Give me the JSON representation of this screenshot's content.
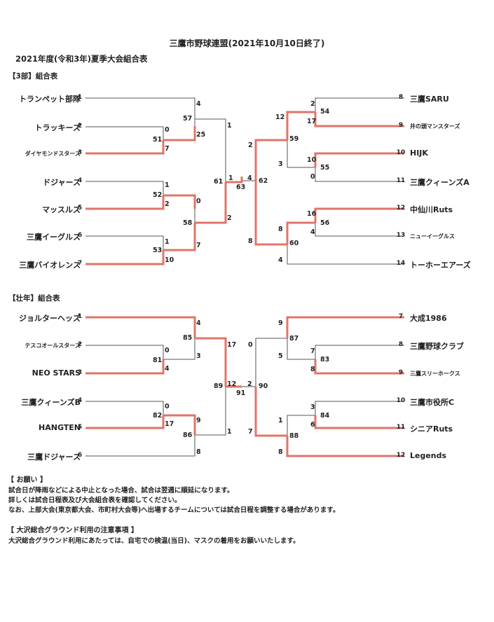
{
  "title": "三鷹市野球連盟(2021年10月10日終了)",
  "subtitle": "2021年度(令和3年)夏季大会組合表",
  "division3": {
    "heading": "【3部】組合表",
    "left_teams": [
      {
        "seed": "1",
        "name": "トランペット部隊"
      },
      {
        "seed": "2",
        "name": "トラッキーズ"
      },
      {
        "seed": "3",
        "name": "ダイヤモンドスターズ"
      },
      {
        "seed": "4",
        "name": "ドジャース"
      },
      {
        "seed": "5",
        "name": "マッスルズ"
      },
      {
        "seed": "6",
        "name": "三鷹イーグルス"
      },
      {
        "seed": "7",
        "name": "三鷹バイオレンス"
      }
    ],
    "right_teams": [
      {
        "seed": "8",
        "name": "三鷹SARU"
      },
      {
        "seed": "9",
        "name": "井の頭マンスターズ"
      },
      {
        "seed": "10",
        "name": "HIJK"
      },
      {
        "seed": "11",
        "name": "三鷹クィーンズA"
      },
      {
        "seed": "12",
        "name": "中仙川Ruts"
      },
      {
        "seed": "13",
        "name": "ニューイーグルス"
      },
      {
        "seed": "14",
        "name": "トーホーエアーズ"
      }
    ],
    "scores": {
      "g51_top": "0",
      "g51_bot": "7",
      "g51": "51",
      "g52_top": "1",
      "g52_bot": "2",
      "g52": "52",
      "g53_top": "1",
      "g53_bot": "10",
      "g53": "53",
      "g57_top": "4",
      "g57_bot": "25",
      "g57": "57",
      "g58_top": "0",
      "g58_bot": "7",
      "g58": "58",
      "g61_top": "1",
      "g61_bot": "2",
      "g61": "61",
      "g54_top": "2",
      "g54_bot": "17",
      "g54": "54",
      "g55_top": "10",
      "g55_bot": "0",
      "g55": "55",
      "g56_top": "16",
      "g56_bot": "4",
      "g56": "56",
      "g59_top": "12",
      "g59_bot": "3",
      "g59": "59",
      "g60_top": "8",
      "g60_bot": "4",
      "g60": "60",
      "g62_top": "2",
      "g62_bot": "8",
      "g62": "62",
      "final_left": "1",
      "final_right": "4",
      "final": "63"
    }
  },
  "masters": {
    "heading": "【壮年】組合表",
    "left_teams": [
      {
        "seed": "1",
        "name": "ジョルターヘッズ"
      },
      {
        "seed": "2",
        "name": "テスコオールスターズ"
      },
      {
        "seed": "3",
        "name": "NEO STARS"
      },
      {
        "seed": "4",
        "name": "三鷹クィーンズB"
      },
      {
        "seed": "5",
        "name": "HANGTEN"
      },
      {
        "seed": "6",
        "name": "三鷹ドジャース"
      }
    ],
    "right_teams": [
      {
        "seed": "7",
        "name": "大成1986"
      },
      {
        "seed": "8",
        "name": "三鷹野球クラブ"
      },
      {
        "seed": "9",
        "name": "三鷹スリーホークス"
      },
      {
        "seed": "10",
        "name": "三鷹市役所C"
      },
      {
        "seed": "11",
        "name": "シニアRuts"
      },
      {
        "seed": "12",
        "name": "Legends"
      }
    ],
    "scores": {
      "g81_top": "0",
      "g81_bot": "4",
      "g81": "81",
      "g82_top": "0",
      "g82_bot": "17",
      "g82": "82",
      "g85_top": "4",
      "g85_bot": "3",
      "g85": "85",
      "g86_top": "9",
      "g86_bot": "8",
      "g86": "86",
      "g89_top": "17",
      "g89_bot": "1",
      "g89": "89",
      "g83_top": "7",
      "g83_bot": "8",
      "g83": "83",
      "g84_top": "3",
      "g84_bot": "6",
      "g84": "84",
      "g87_top": "9",
      "g87_bot": "5",
      "g87": "87",
      "g88_top": "1",
      "g88_bot": "8",
      "g88": "88",
      "g90_top": "0",
      "g90_bot": "7",
      "g90": "90",
      "final_left": "12",
      "final_right": "2",
      "final": "91"
    }
  },
  "notes": {
    "request_heading": "【  お願い  】",
    "request_lines": [
      "試合日が降雨などによる中止となった場合、試合は翌週に順延になります。",
      "詳しくは試合日程表及び大会組合表を確認してください。",
      "なお、上部大会(東京都大会、市町村大会等)へ出場するチームについては試合日程を調整する場合があります。"
    ],
    "ground_heading": "【  大沢総合グラウンド利用の注意事項  】",
    "ground_line": "大沢総合グラウンド利用にあたっては、自宅での検温(当日)、マスクの着用をお願いいたします。"
  },
  "colors": {
    "win": "#e07468",
    "line": "#555555"
  }
}
